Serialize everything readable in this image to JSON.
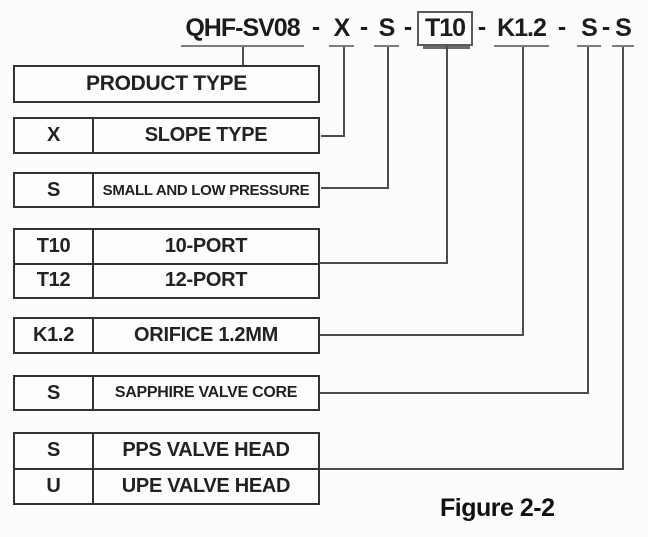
{
  "model_code": {
    "segments": [
      {
        "text": "QHF-SV08"
      },
      {
        "text": "X"
      },
      {
        "text": "S"
      },
      {
        "text": "T10",
        "boxed": true
      },
      {
        "text": "K1.2"
      },
      {
        "text": "S"
      },
      {
        "text": "S"
      }
    ],
    "separator": "-"
  },
  "legend_boxes": [
    {
      "label": "PRODUCT TYPE"
    },
    {
      "code": "X",
      "label": "SLOPE TYPE"
    },
    {
      "code": "S",
      "label": "SMALL AND LOW PRESSURE"
    },
    {
      "rows": [
        {
          "code": "T10",
          "label": "10-PORT"
        },
        {
          "code": "T12",
          "label": "12-PORT"
        }
      ]
    },
    {
      "code": "K1.2",
      "label": "ORIFICE 1.2MM"
    },
    {
      "code": "S",
      "label": "SAPPHIRE VALVE CORE"
    },
    {
      "rows": [
        {
          "code": "S",
          "label": "PPS VALVE HEAD"
        },
        {
          "code": "U",
          "label": "UPE VALVE HEAD"
        }
      ]
    }
  ],
  "caption": "Figure 2-2",
  "colors": {
    "ink": "#1c1c1c",
    "box_border": "#333333",
    "leader_line": "#4d4d4d",
    "underline": "#7d7d7d",
    "background": "#fcfcfc"
  }
}
